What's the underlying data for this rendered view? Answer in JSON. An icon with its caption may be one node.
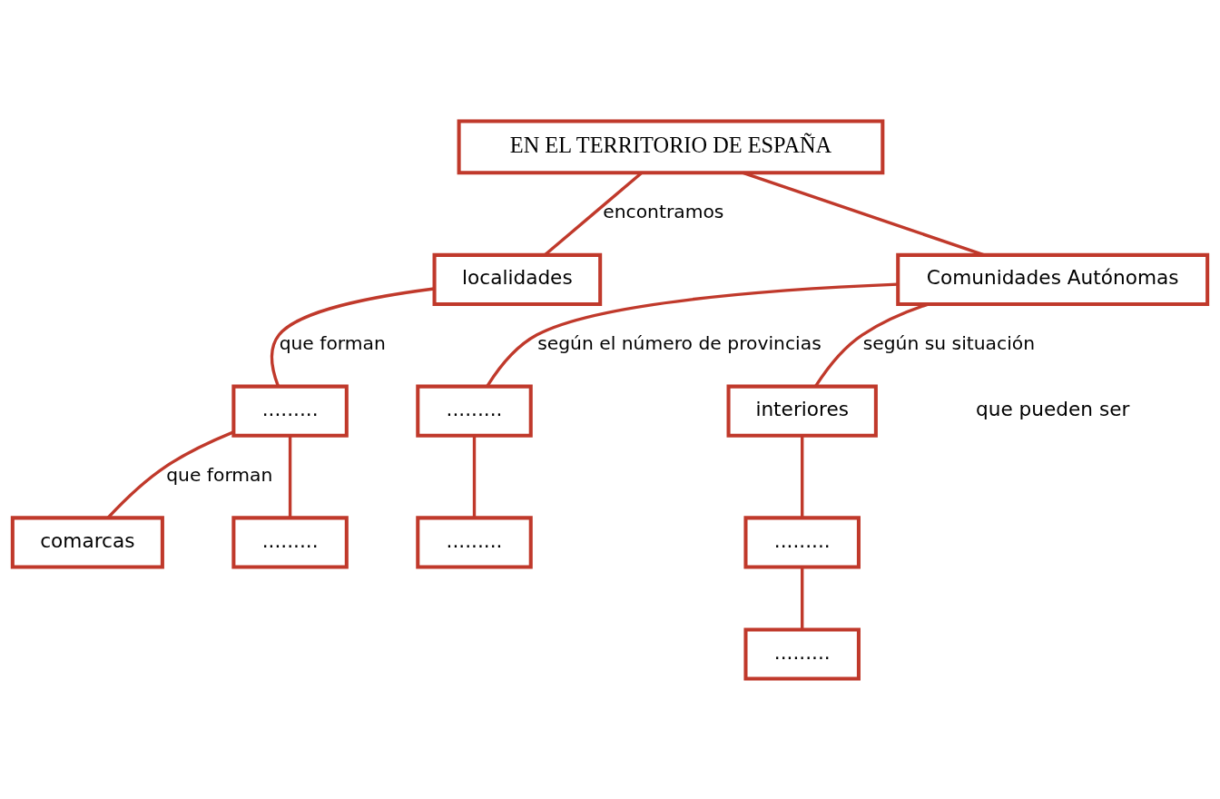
{
  "diagram": {
    "nodes": [
      {
        "text": [
          "EN EL TERRITORIO DE ESPAÑA"
        ]
      },
      {
        "text": [
          "localidades"
        ]
      },
      {
        "text": [
          "Comunidades Autónomas"
        ]
      },
      {
        "text": [
          "........."
        ]
      },
      {
        "text": [
          "comarcas"
        ]
      },
      {
        "text": [
          "........."
        ]
      },
      {
        "text": [
          "........."
        ]
      },
      {
        "text": [
          "........."
        ]
      },
      {
        "text": [
          "interiores"
        ]
      },
      {
        "text": [
          "........."
        ]
      },
      {
        "text": [
          "........."
        ]
      }
    ],
    "edges": [
      {
        "from": 0,
        "to": 1,
        "arrow": "none",
        "label": "encontramos"
      },
      {
        "from": 0,
        "to": 2,
        "arrow": "none"
      },
      {
        "from": 1,
        "to": 3,
        "arrow": "none",
        "label": "que forman"
      },
      {
        "from": 3,
        "to": 4,
        "arrow": "none",
        "label": "que forman"
      },
      {
        "from": 3,
        "to": 5,
        "arrow": "none"
      },
      {
        "from": 2,
        "to": 6,
        "arrow": "none",
        "label": "según el número de provincias"
      },
      {
        "from": 2,
        "to": 8,
        "arrow": "none",
        "label": "según su situación"
      },
      {
        "from": 6,
        "to": 7,
        "arrow": "none"
      },
      {
        "from": 8,
        "to": 9,
        "arrow": "none"
      },
      {
        "from": 9,
        "to": 10,
        "arrow": "none"
      }
    ],
    "labels": [
      "que pueden ser"
    ]
  }
}
